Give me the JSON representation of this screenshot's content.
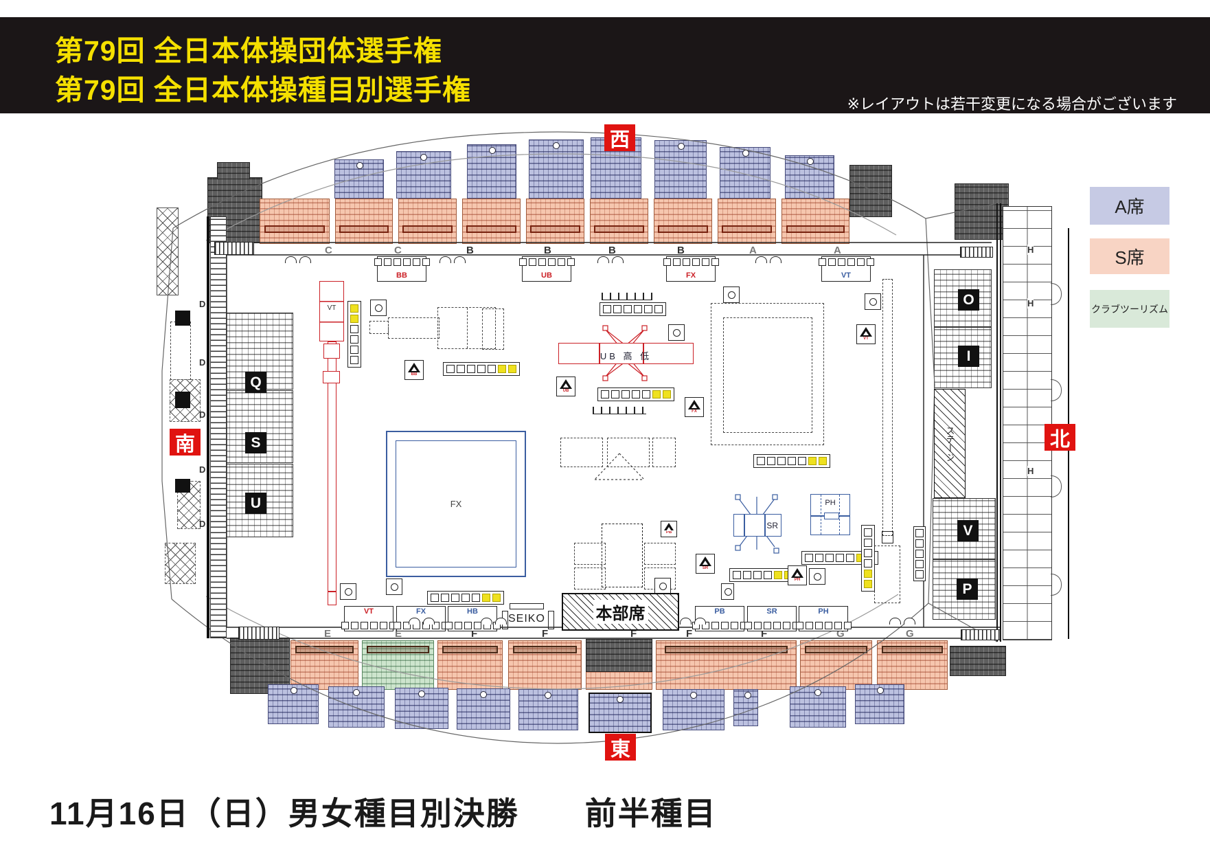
{
  "header": {
    "title_line1": "第79回 全日本体操団体選手権",
    "title_line2": "第79回 全日本体操種目別選手権",
    "disclaimer": "※レイアウトは若干変更になる場合がございます"
  },
  "legend": {
    "a_seat": "A席",
    "s_seat": "S席",
    "club_tourism": "クラブツーリズム"
  },
  "directions": {
    "west": "西",
    "south": "南",
    "north": "北",
    "east": "東"
  },
  "plan": {
    "letters_top": [
      "C",
      "C",
      "B",
      "B",
      "B",
      "B",
      "A",
      "A"
    ],
    "letters_bottom": [
      "E",
      "E",
      "F",
      "F",
      "F",
      "F",
      "F",
      "G",
      "G"
    ],
    "letters_left": [
      "D",
      "D",
      "D",
      "D",
      "D"
    ],
    "letters_right": [
      "H",
      "H",
      "H"
    ],
    "sections_left": [
      "Q",
      "S",
      "U"
    ],
    "sections_right": [
      "O",
      "I",
      "V",
      "P"
    ],
    "equip_top": [
      {
        "label": "BB"
      },
      {
        "label": "UB"
      },
      {
        "label": "FX"
      },
      {
        "label": "VT"
      }
    ],
    "equip_bottom": [
      {
        "label": "VT"
      },
      {
        "label": "FX"
      },
      {
        "label": "HB"
      },
      {
        "label": "PB"
      },
      {
        "label": "SR"
      },
      {
        "label": "PH"
      }
    ],
    "cameras": [
      "BB",
      "UB",
      "FX",
      "VT",
      "SR",
      "PH",
      "PB"
    ],
    "labels": {
      "hq": "本部席",
      "seiko": "SEIKO",
      "stage": "ステージ",
      "ub": "UB 高 低",
      "fx": "FX",
      "sr": "SR",
      "ph": "PH",
      "vt": "VT"
    }
  },
  "colors": {
    "a_seat": "#BCC1E0",
    "s_seat": "#F6C6AE",
    "club_tourism": "#CDE5CD",
    "womens_label": "#CB2026",
    "mens_label": "#3A5DA0",
    "direction_box": "#E01310",
    "title_yellow": "#F5E000",
    "judge_highlight": "#EFE11F"
  },
  "footer": {
    "caption": "11月16日（日）男女種目別決勝　　前半種目"
  }
}
